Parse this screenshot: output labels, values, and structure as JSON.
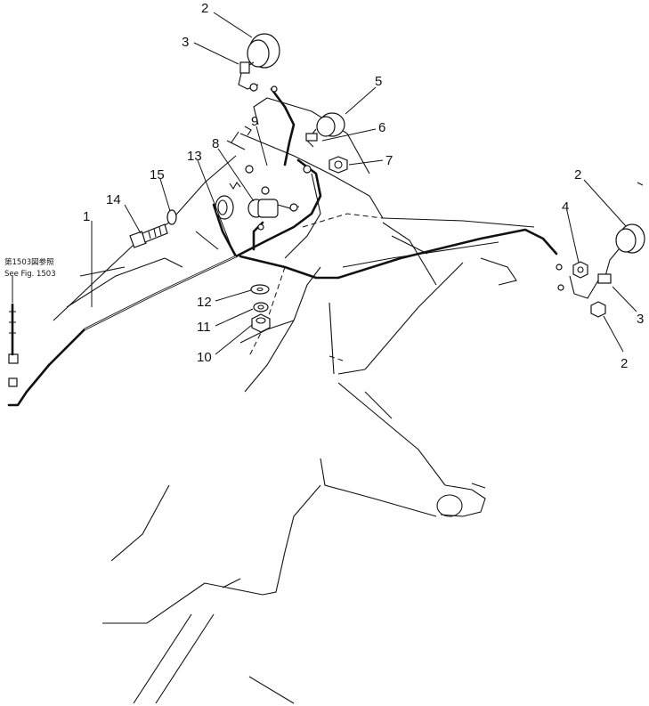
{
  "reference_note": {
    "line1": "第1503図参照",
    "line2": "See Fig. 1503"
  },
  "callouts": {
    "c1": "1",
    "c2a": "2",
    "c2b": "2",
    "c2c": "2",
    "c3a": "3",
    "c3b": "3",
    "c4": "4",
    "c5": "5",
    "c6": "6",
    "c7": "7",
    "c8": "8",
    "c9": "9",
    "c10": "10",
    "c11": "11",
    "c12": "12",
    "c13": "13",
    "c14": "14",
    "c15": "15"
  },
  "parts": [
    {
      "label": "1",
      "name": "wiring-harness"
    },
    {
      "label": "2",
      "name": "lamp"
    },
    {
      "label": "3",
      "name": "bracket"
    },
    {
      "label": "4",
      "name": "nut"
    },
    {
      "label": "5",
      "name": "lamp"
    },
    {
      "label": "6",
      "name": "bracket"
    },
    {
      "label": "7",
      "name": "nut"
    },
    {
      "label": "8",
      "name": "switch"
    },
    {
      "label": "9",
      "name": "cable"
    },
    {
      "label": "10",
      "name": "nut"
    },
    {
      "label": "11",
      "name": "spring-washer"
    },
    {
      "label": "12",
      "name": "washer"
    },
    {
      "label": "13",
      "name": "clamp"
    },
    {
      "label": "14",
      "name": "bolt"
    },
    {
      "label": "15",
      "name": "washer"
    }
  ]
}
